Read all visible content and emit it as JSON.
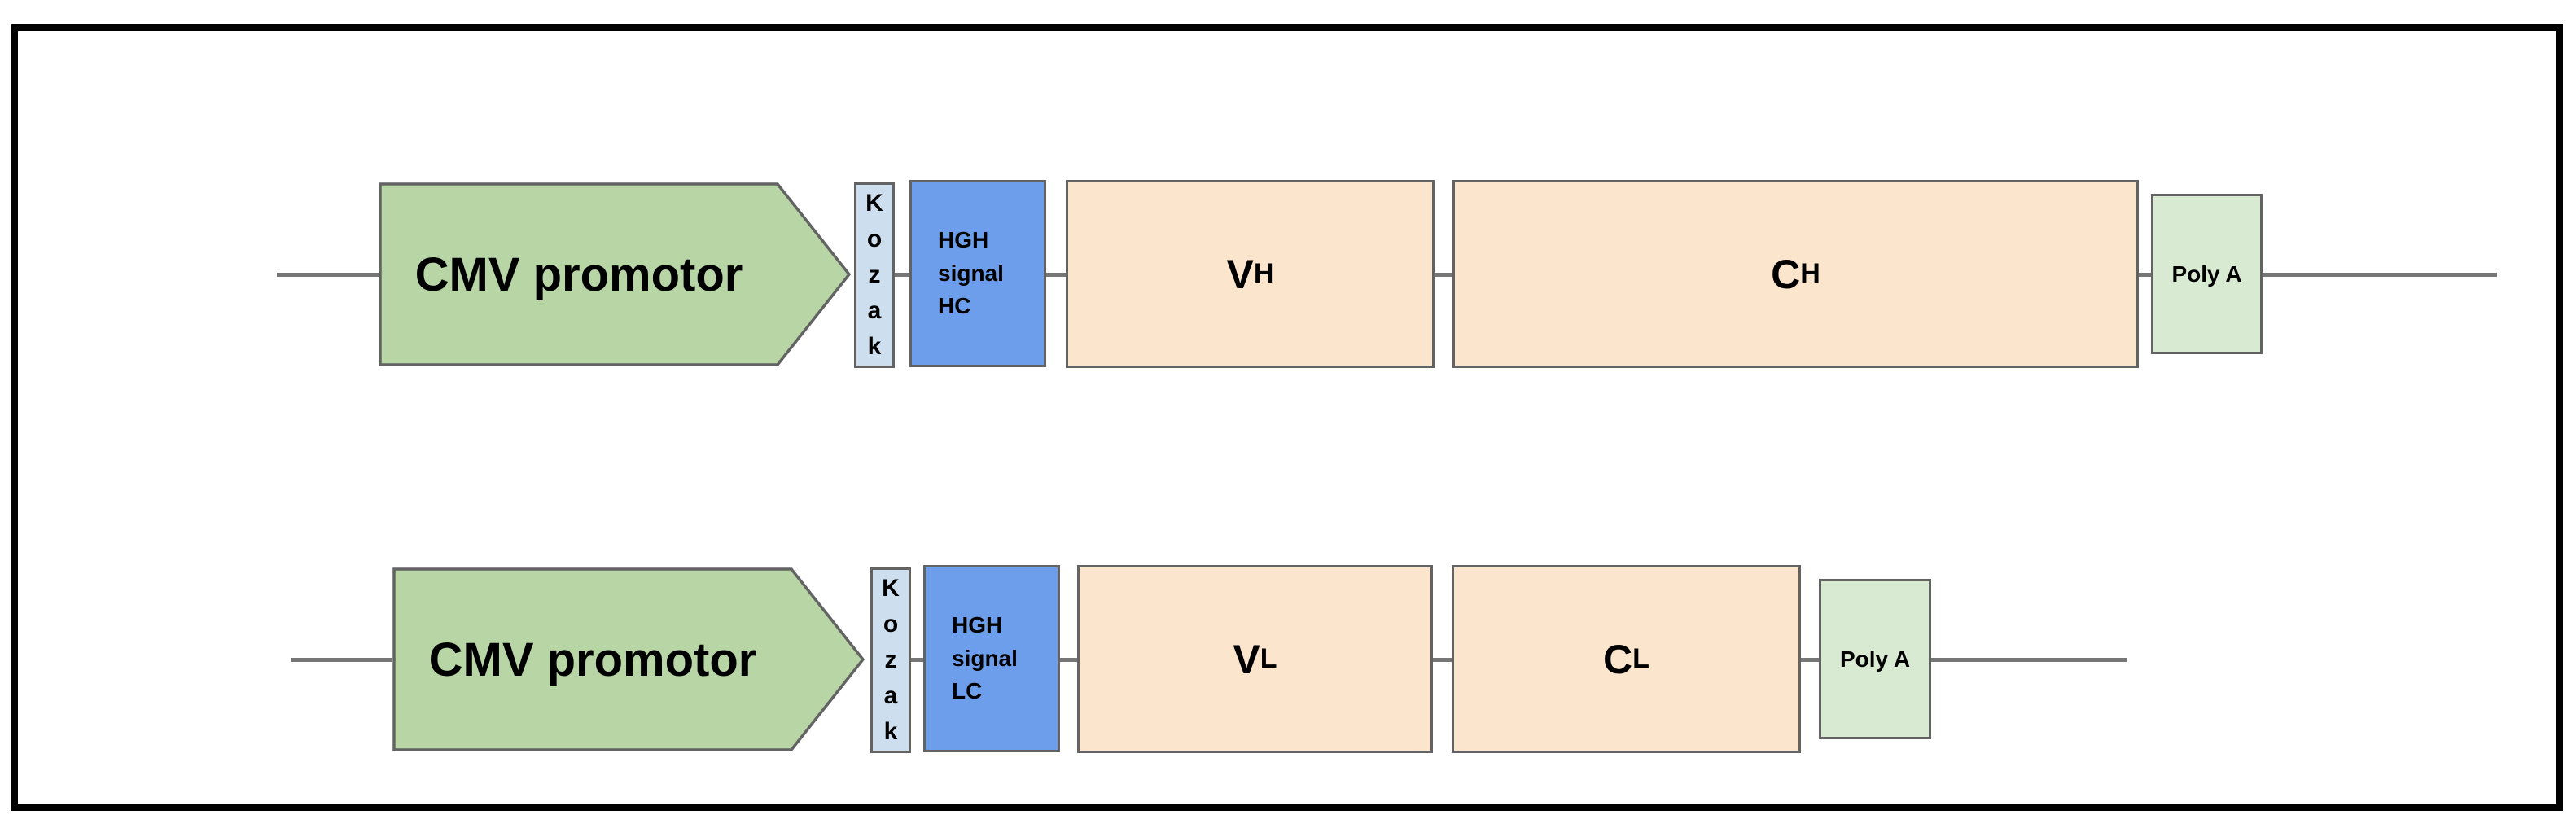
{
  "figure": {
    "type": "gene-expression-construct-diagram",
    "rows": [
      {
        "name": "heavy-chain-construct",
        "promoter_label": "CMV promotor",
        "kozak_label": "Kozak",
        "signal_label": "HGH\nsignal\nHC",
        "variable_main": "V",
        "variable_sub": "H",
        "constant_main": "C",
        "constant_sub": "H",
        "polya_label": "Poly A"
      },
      {
        "name": "light-chain-construct",
        "promoter_label": "CMV promotor",
        "kozak_label": "Kozak",
        "signal_label": "HGH\nsignal\nLC",
        "variable_main": "V",
        "variable_sub": "L",
        "constant_main": "C",
        "constant_sub": "L",
        "polya_label": "Poly A"
      }
    ],
    "colors": {
      "promoter_fill": "#b7d5a5",
      "kozak_fill": "#cddeef",
      "signal_fill": "#6d9eeb",
      "segment_fill": "#fce5cd",
      "polya_fill": "#d9ead3",
      "outline": "#636363",
      "backbone_line": "#767676",
      "frame_border": "#000000",
      "background": "#ffffff"
    }
  }
}
